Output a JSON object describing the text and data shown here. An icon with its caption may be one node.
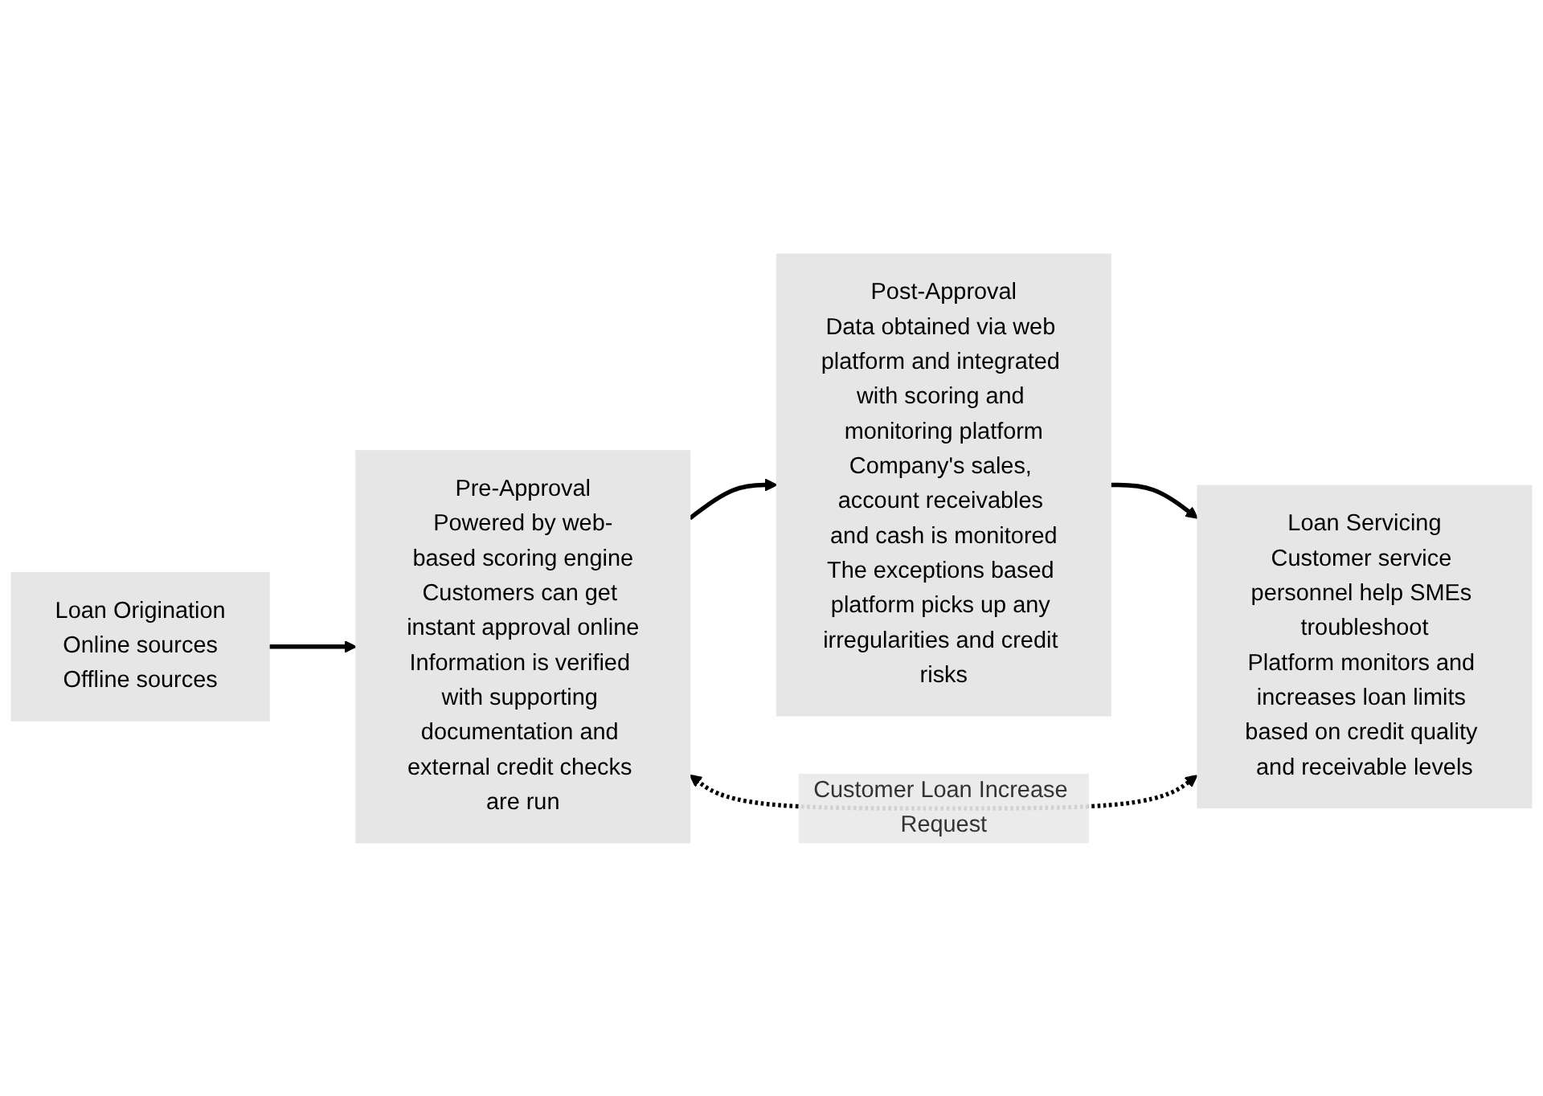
{
  "diagram": {
    "nodes": [
      {
        "text": [
          "Loan Origination",
          "Online sources",
          "Offline sources"
        ]
      },
      {
        "text": [
          "Pre-Approval",
          "Powered by web-based scoring engine",
          "Customers can get instant approval online",
          "Information is verified with supporting documentation and external credit checks are run"
        ]
      },
      {
        "text": [
          "Post-Approval",
          "Data obtained via web platform and integrated with scoring and monitoring platform",
          "Company's sales, account receivables and cash is monitored",
          "The exceptions based platform picks up any irregularities and credit risks"
        ]
      },
      {
        "text": [
          "Loan Servicing",
          "Customer service personnel help SMEs troubleshoot",
          "Platform monitors and increases loan limits based on credit quality and receivable levels"
        ]
      }
    ],
    "edges": [
      {
        "from": 0,
        "to": 1,
        "arrow": "to"
      },
      {
        "from": 1,
        "to": 2,
        "arrow": "to"
      },
      {
        "from": 2,
        "to": 3,
        "arrow": "to"
      },
      {
        "from": 3,
        "to": 1,
        "arrow": "both",
        "style": "dashed",
        "label": "Customer Loan Increase Request"
      }
    ]
  }
}
